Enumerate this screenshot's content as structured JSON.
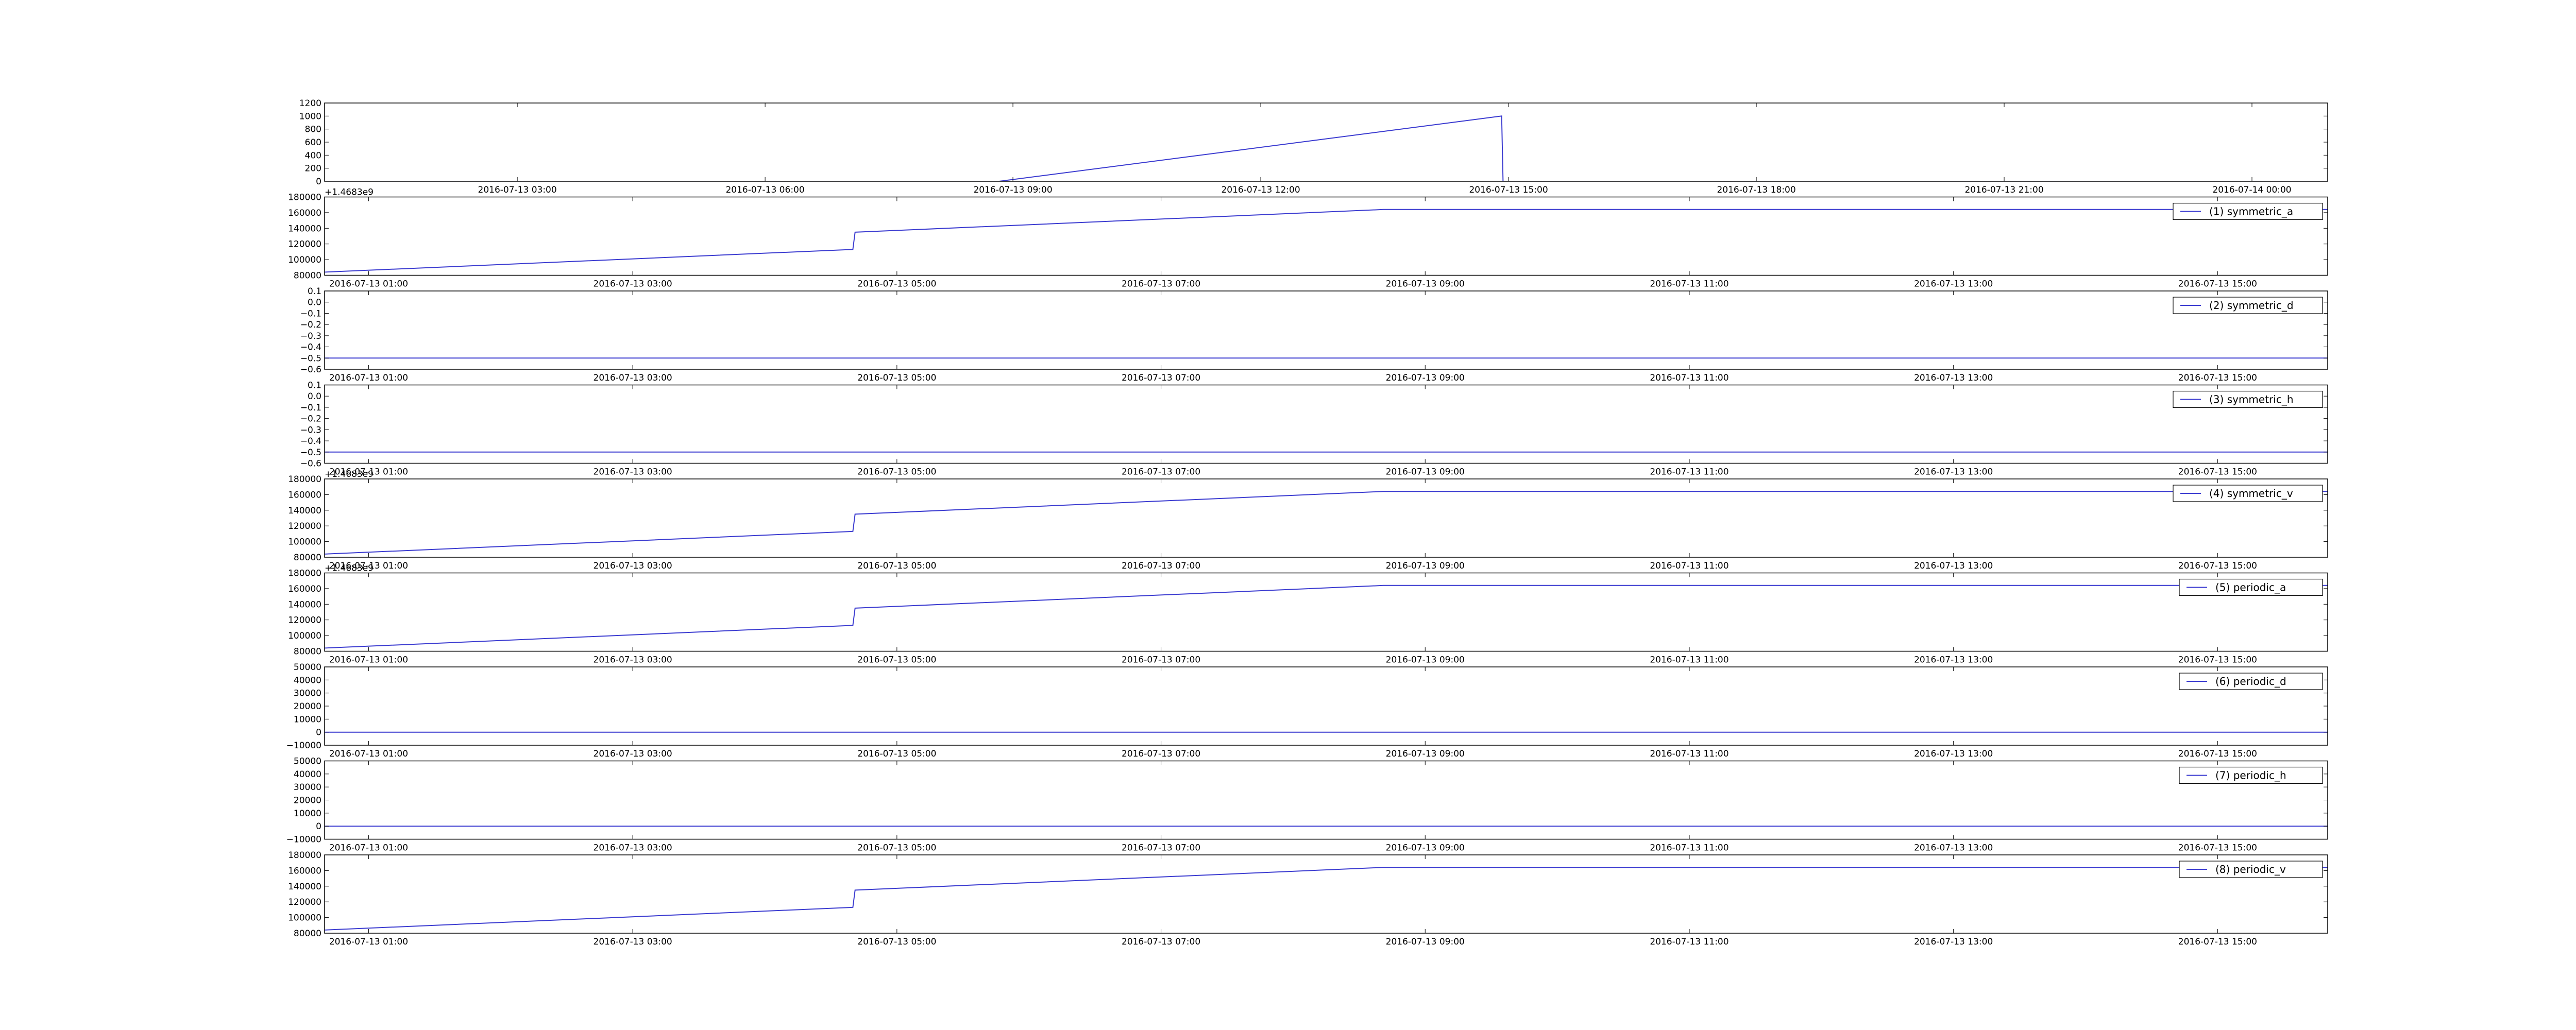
{
  "figure": {
    "background": "#ffffff",
    "line_color": "#3b3bd0",
    "axis_color": "#000000"
  },
  "chart_data": [
    {
      "type": "line",
      "title": "",
      "xlabel": "",
      "ylabel": "",
      "x_type": "datetime",
      "xlim": [
        "2016-07-13 00:40",
        "2016-07-14 00:55"
      ],
      "ylim": [
        0,
        1200
      ],
      "yticks": [
        0,
        200,
        400,
        600,
        800,
        1000,
        1200
      ],
      "ytick_labels": [
        "0",
        "200",
        "400",
        "600",
        "800",
        "1000",
        "1200"
      ],
      "xticks": [
        "2016-07-13 03:00",
        "2016-07-13 06:00",
        "2016-07-13 09:00",
        "2016-07-13 12:00",
        "2016-07-13 15:00",
        "2016-07-13 18:00",
        "2016-07-13 21:00",
        "2016-07-14 00:00"
      ],
      "xtick_labels": [
        "2016-07-13 03:00",
        "2016-07-13 06:00",
        "2016-07-13 09:00",
        "2016-07-13 12:00",
        "2016-07-13 15:00",
        "2016-07-13 18:00",
        "2016-07-13 21:00",
        "2016-07-14 00:00"
      ],
      "offset_text": "",
      "legend": null,
      "series": [
        {
          "name": "",
          "points": [
            [
              "2016-07-13 00:40",
              0
            ],
            [
              "2016-07-13 08:50",
              0
            ],
            [
              "2016-07-13 14:55",
              1000
            ],
            [
              "2016-07-13 14:56",
              0
            ],
            [
              "2016-07-14 00:55",
              0
            ]
          ]
        }
      ]
    },
    {
      "type": "line",
      "title": "",
      "xlabel": "",
      "ylabel": "",
      "x_type": "datetime",
      "xlim": [
        "2016-07-13 00:40",
        "2016-07-13 15:50"
      ],
      "ylim": [
        80000,
        180000
      ],
      "yticks": [
        80000,
        100000,
        120000,
        140000,
        160000,
        180000
      ],
      "ytick_labels": [
        "80000",
        "100000",
        "120000",
        "140000",
        "160000",
        "180000"
      ],
      "xticks": [
        "2016-07-13 01:00",
        "2016-07-13 03:00",
        "2016-07-13 05:00",
        "2016-07-13 07:00",
        "2016-07-13 09:00",
        "2016-07-13 11:00",
        "2016-07-13 13:00",
        "2016-07-13 15:00"
      ],
      "xtick_labels": [
        "2016-07-13 01:00",
        "2016-07-13 03:00",
        "2016-07-13 05:00",
        "2016-07-13 07:00",
        "2016-07-13 09:00",
        "2016-07-13 11:00",
        "2016-07-13 13:00",
        "2016-07-13 15:00"
      ],
      "offset_text": "+1.4683e9",
      "legend": "top-right",
      "series": [
        {
          "name": "(1) symmetric_a",
          "points": [
            [
              "2016-07-13 00:40",
              84000
            ],
            [
              "2016-07-13 04:40",
              113000
            ],
            [
              "2016-07-13 04:41",
              135000
            ],
            [
              "2016-07-13 08:41",
              164000
            ],
            [
              "2016-07-13 15:50",
              164000
            ]
          ]
        }
      ]
    },
    {
      "type": "line",
      "title": "",
      "xlabel": "",
      "ylabel": "",
      "x_type": "datetime",
      "xlim": [
        "2016-07-13 00:40",
        "2016-07-13 15:50"
      ],
      "ylim": [
        -0.6,
        0.1
      ],
      "yticks": [
        -0.6,
        -0.5,
        -0.4,
        -0.3,
        -0.2,
        -0.1,
        0.0,
        0.1
      ],
      "ytick_labels": [
        "−0.6",
        "−0.5",
        "−0.4",
        "−0.3",
        "−0.2",
        "−0.1",
        "0.0",
        "0.1"
      ],
      "xticks": [
        "2016-07-13 01:00",
        "2016-07-13 03:00",
        "2016-07-13 05:00",
        "2016-07-13 07:00",
        "2016-07-13 09:00",
        "2016-07-13 11:00",
        "2016-07-13 13:00",
        "2016-07-13 15:00"
      ],
      "xtick_labels": [
        "2016-07-13 01:00",
        "2016-07-13 03:00",
        "2016-07-13 05:00",
        "2016-07-13 07:00",
        "2016-07-13 09:00",
        "2016-07-13 11:00",
        "2016-07-13 13:00",
        "2016-07-13 15:00"
      ],
      "offset_text": "",
      "legend": "top-right",
      "series": [
        {
          "name": "(2) symmetric_d",
          "points": [
            [
              "2016-07-13 00:40",
              -0.5
            ],
            [
              "2016-07-13 15:50",
              -0.5
            ]
          ]
        }
      ]
    },
    {
      "type": "line",
      "title": "",
      "xlabel": "",
      "ylabel": "",
      "x_type": "datetime",
      "xlim": [
        "2016-07-13 00:40",
        "2016-07-13 15:50"
      ],
      "ylim": [
        -0.6,
        0.1
      ],
      "yticks": [
        -0.6,
        -0.5,
        -0.4,
        -0.3,
        -0.2,
        -0.1,
        0.0,
        0.1
      ],
      "ytick_labels": [
        "−0.6",
        "−0.5",
        "−0.4",
        "−0.3",
        "−0.2",
        "−0.1",
        "0.0",
        "0.1"
      ],
      "xticks": [
        "2016-07-13 01:00",
        "2016-07-13 03:00",
        "2016-07-13 05:00",
        "2016-07-13 07:00",
        "2016-07-13 09:00",
        "2016-07-13 11:00",
        "2016-07-13 13:00",
        "2016-07-13 15:00"
      ],
      "xtick_labels": [
        "2016-07-13 01:00",
        "2016-07-13 03:00",
        "2016-07-13 05:00",
        "2016-07-13 07:00",
        "2016-07-13 09:00",
        "2016-07-13 11:00",
        "2016-07-13 13:00",
        "2016-07-13 15:00"
      ],
      "offset_text": "",
      "legend": "top-right",
      "series": [
        {
          "name": "(3) symmetric_h",
          "points": [
            [
              "2016-07-13 00:40",
              -0.5
            ],
            [
              "2016-07-13 15:50",
              -0.5
            ]
          ]
        }
      ]
    },
    {
      "type": "line",
      "title": "",
      "xlabel": "",
      "ylabel": "",
      "x_type": "datetime",
      "xlim": [
        "2016-07-13 00:40",
        "2016-07-13 15:50"
      ],
      "ylim": [
        80000,
        180000
      ],
      "yticks": [
        80000,
        100000,
        120000,
        140000,
        160000,
        180000
      ],
      "ytick_labels": [
        "80000",
        "100000",
        "120000",
        "140000",
        "160000",
        "180000"
      ],
      "xticks": [
        "2016-07-13 01:00",
        "2016-07-13 03:00",
        "2016-07-13 05:00",
        "2016-07-13 07:00",
        "2016-07-13 09:00",
        "2016-07-13 11:00",
        "2016-07-13 13:00",
        "2016-07-13 15:00"
      ],
      "xtick_labels": [
        "2016-07-13 01:00",
        "2016-07-13 03:00",
        "2016-07-13 05:00",
        "2016-07-13 07:00",
        "2016-07-13 09:00",
        "2016-07-13 11:00",
        "2016-07-13 13:00",
        "2016-07-13 15:00"
      ],
      "offset_text": "+1.4683e9",
      "legend": "top-right",
      "series": [
        {
          "name": "(4) symmetric_v",
          "points": [
            [
              "2016-07-13 00:40",
              84000
            ],
            [
              "2016-07-13 04:40",
              113000
            ],
            [
              "2016-07-13 04:41",
              135000
            ],
            [
              "2016-07-13 08:41",
              164000
            ],
            [
              "2016-07-13 15:50",
              164000
            ]
          ]
        }
      ]
    },
    {
      "type": "line",
      "title": "",
      "xlabel": "",
      "ylabel": "",
      "x_type": "datetime",
      "xlim": [
        "2016-07-13 00:40",
        "2016-07-13 15:50"
      ],
      "ylim": [
        80000,
        180000
      ],
      "yticks": [
        80000,
        100000,
        120000,
        140000,
        160000,
        180000
      ],
      "ytick_labels": [
        "80000",
        "100000",
        "120000",
        "140000",
        "160000",
        "180000"
      ],
      "xticks": [
        "2016-07-13 01:00",
        "2016-07-13 03:00",
        "2016-07-13 05:00",
        "2016-07-13 07:00",
        "2016-07-13 09:00",
        "2016-07-13 11:00",
        "2016-07-13 13:00",
        "2016-07-13 15:00"
      ],
      "xtick_labels": [
        "2016-07-13 01:00",
        "2016-07-13 03:00",
        "2016-07-13 05:00",
        "2016-07-13 07:00",
        "2016-07-13 09:00",
        "2016-07-13 11:00",
        "2016-07-13 13:00",
        "2016-07-13 15:00"
      ],
      "offset_text": "+1.4683e9",
      "legend": "top-right",
      "series": [
        {
          "name": "(5) periodic_a",
          "points": [
            [
              "2016-07-13 00:40",
              84000
            ],
            [
              "2016-07-13 04:40",
              113000
            ],
            [
              "2016-07-13 04:41",
              135000
            ],
            [
              "2016-07-13 08:41",
              164000
            ],
            [
              "2016-07-13 15:50",
              164000
            ]
          ]
        }
      ]
    },
    {
      "type": "line",
      "title": "",
      "xlabel": "",
      "ylabel": "",
      "x_type": "datetime",
      "xlim": [
        "2016-07-13 00:40",
        "2016-07-13 15:50"
      ],
      "ylim": [
        -10000,
        50000
      ],
      "yticks": [
        -10000,
        0,
        10000,
        20000,
        30000,
        40000,
        50000
      ],
      "ytick_labels": [
        "−10000",
        "0",
        "10000",
        "20000",
        "30000",
        "40000",
        "50000"
      ],
      "xticks": [
        "2016-07-13 01:00",
        "2016-07-13 03:00",
        "2016-07-13 05:00",
        "2016-07-13 07:00",
        "2016-07-13 09:00",
        "2016-07-13 11:00",
        "2016-07-13 13:00",
        "2016-07-13 15:00"
      ],
      "xtick_labels": [
        "2016-07-13 01:00",
        "2016-07-13 03:00",
        "2016-07-13 05:00",
        "2016-07-13 07:00",
        "2016-07-13 09:00",
        "2016-07-13 11:00",
        "2016-07-13 13:00",
        "2016-07-13 15:00"
      ],
      "offset_text": "",
      "legend": "top-right",
      "series": [
        {
          "name": "(6) periodic_d",
          "points": [
            [
              "2016-07-13 00:40",
              0
            ],
            [
              "2016-07-13 15:50",
              0
            ]
          ]
        }
      ]
    },
    {
      "type": "line",
      "title": "",
      "xlabel": "",
      "ylabel": "",
      "x_type": "datetime",
      "xlim": [
        "2016-07-13 00:40",
        "2016-07-13 15:50"
      ],
      "ylim": [
        -10000,
        50000
      ],
      "yticks": [
        -10000,
        0,
        10000,
        20000,
        30000,
        40000,
        50000
      ],
      "ytick_labels": [
        "−10000",
        "0",
        "10000",
        "20000",
        "30000",
        "40000",
        "50000"
      ],
      "xticks": [
        "2016-07-13 01:00",
        "2016-07-13 03:00",
        "2016-07-13 05:00",
        "2016-07-13 07:00",
        "2016-07-13 09:00",
        "2016-07-13 11:00",
        "2016-07-13 13:00",
        "2016-07-13 15:00"
      ],
      "xtick_labels": [
        "2016-07-13 01:00",
        "2016-07-13 03:00",
        "2016-07-13 05:00",
        "2016-07-13 07:00",
        "2016-07-13 09:00",
        "2016-07-13 11:00",
        "2016-07-13 13:00",
        "2016-07-13 15:00"
      ],
      "offset_text": "",
      "legend": "top-right",
      "series": [
        {
          "name": "(7) periodic_h",
          "points": [
            [
              "2016-07-13 00:40",
              0
            ],
            [
              "2016-07-13 15:50",
              0
            ]
          ]
        }
      ]
    },
    {
      "type": "line",
      "title": "",
      "xlabel": "",
      "ylabel": "",
      "x_type": "datetime",
      "xlim": [
        "2016-07-13 00:40",
        "2016-07-13 15:50"
      ],
      "ylim": [
        80000,
        180000
      ],
      "yticks": [
        80000,
        100000,
        120000,
        140000,
        160000,
        180000
      ],
      "ytick_labels": [
        "80000",
        "100000",
        "120000",
        "140000",
        "160000",
        "180000"
      ],
      "xticks": [
        "2016-07-13 01:00",
        "2016-07-13 03:00",
        "2016-07-13 05:00",
        "2016-07-13 07:00",
        "2016-07-13 09:00",
        "2016-07-13 11:00",
        "2016-07-13 13:00",
        "2016-07-13 15:00"
      ],
      "xtick_labels": [
        "2016-07-13 01:00",
        "2016-07-13 03:00",
        "2016-07-13 05:00",
        "2016-07-13 07:00",
        "2016-07-13 09:00",
        "2016-07-13 11:00",
        "2016-07-13 13:00",
        "2016-07-13 15:00"
      ],
      "offset_text": "",
      "legend": "top-right",
      "series": [
        {
          "name": "(8) periodic_v",
          "points": [
            [
              "2016-07-13 00:40",
              84000
            ],
            [
              "2016-07-13 04:40",
              113000
            ],
            [
              "2016-07-13 04:41",
              135000
            ],
            [
              "2016-07-13 08:41",
              164000
            ],
            [
              "2016-07-13 15:50",
              164000
            ]
          ]
        }
      ]
    }
  ]
}
